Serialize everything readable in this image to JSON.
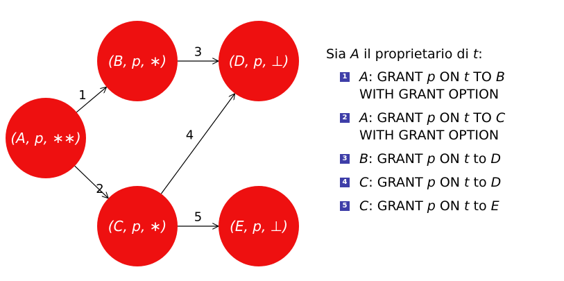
{
  "colors": {
    "node_fill": "#ee1010",
    "edge": "#000000",
    "bullet": "#3e3ea8"
  },
  "graph": {
    "nodes": [
      {
        "id": "A",
        "label": "(A, p, ∗∗)"
      },
      {
        "id": "B",
        "label": "(B, p, ∗)"
      },
      {
        "id": "C",
        "label": "(C, p, ∗)"
      },
      {
        "id": "D",
        "label": "(D, p, ⊥)"
      },
      {
        "id": "E",
        "label": "(E, p, ⊥)"
      }
    ],
    "edges": [
      {
        "from": "A",
        "to": "B",
        "label": "1"
      },
      {
        "from": "A",
        "to": "C",
        "label": "2"
      },
      {
        "from": "B",
        "to": "D",
        "label": "3"
      },
      {
        "from": "C",
        "to": "D",
        "label": "4"
      },
      {
        "from": "C",
        "to": "E",
        "label": "5"
      }
    ]
  },
  "panel": {
    "intro": {
      "pre": "Sia ",
      "owner": "A",
      "mid": " il proprietario di ",
      "table": "t",
      "post": ":"
    },
    "steps": [
      {
        "num": "1",
        "actor": "A",
        "text_a": ": GRANT ",
        "priv": "p",
        "text_b": " ON ",
        "table": "t",
        "text_c": " TO ",
        "grantee": "B",
        "tail": "WITH GRANT OPTION"
      },
      {
        "num": "2",
        "actor": "A",
        "text_a": ": GRANT ",
        "priv": "p",
        "text_b": " ON ",
        "table": "t",
        "text_c": " TO ",
        "grantee": "C",
        "tail": "WITH GRANT OPTION"
      },
      {
        "num": "3",
        "actor": "B",
        "text_a": ": GRANT ",
        "priv": "p",
        "text_b": " ON ",
        "table": "t",
        "text_c": " to ",
        "grantee": "D",
        "tail": ""
      },
      {
        "num": "4",
        "actor": "C",
        "text_a": ": GRANT ",
        "priv": "p",
        "text_b": " ON ",
        "table": "t",
        "text_c": " to ",
        "grantee": "D",
        "tail": ""
      },
      {
        "num": "5",
        "actor": "C",
        "text_a": ": GRANT ",
        "priv": "p",
        "text_b": " ON ",
        "table": "t",
        "text_c": " to ",
        "grantee": "E",
        "tail": ""
      }
    ]
  }
}
